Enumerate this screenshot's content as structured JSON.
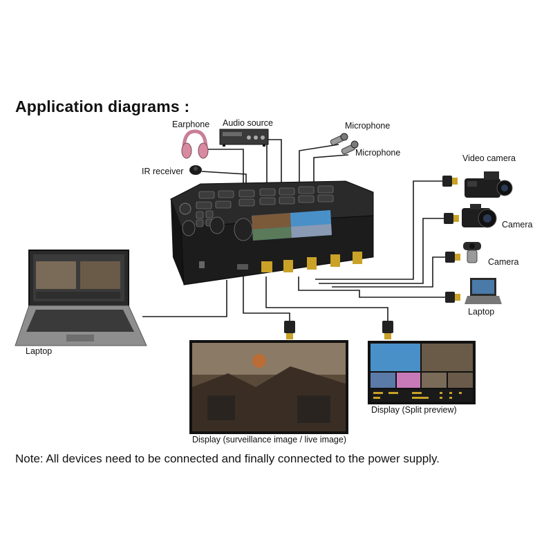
{
  "title": "Application diagrams :",
  "labels": {
    "earphone": "Earphone",
    "audio_source": "Audio source",
    "microphone_1": "Microphone",
    "microphone_2": "Microphone",
    "ir_receiver": "IR receiver",
    "video_camera": "Video camera",
    "camera_1": "Camera",
    "camera_2": "Camera",
    "laptop_right": "Laptop",
    "laptop_left": "Laptop",
    "display_main": "Display (surveillance image / live image)",
    "display_split": "Display (Split preview)"
  },
  "note": "Note: All devices need to be connected and finally connected to the power supply.",
  "colors": {
    "cable": "#1a1a1a",
    "device_body": "#1c1c1c",
    "hdmi_gold": "#c9a227",
    "screen_blue": "#3b6fa8",
    "earphone_pink": "#d88aa0"
  }
}
